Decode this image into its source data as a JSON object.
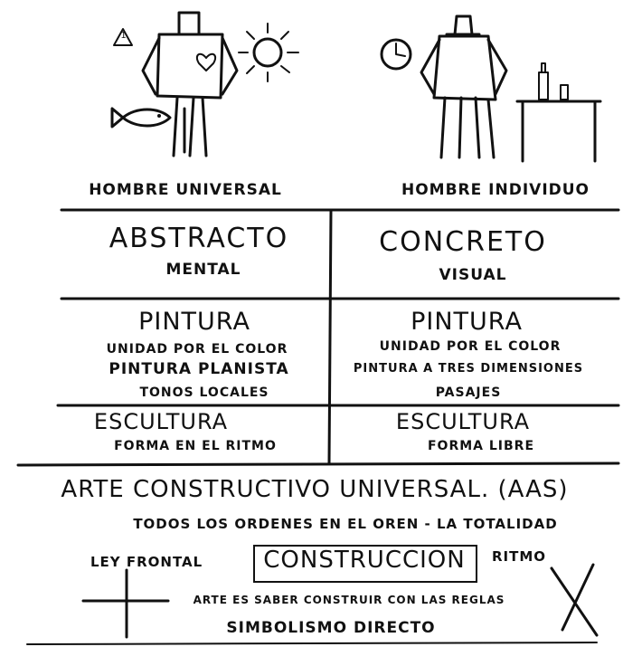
{
  "figures": {
    "left_caption": "HOMBRE UNIVERSAL",
    "left_small_label": "1",
    "right_caption": "HOMBRE INDIVIDUO"
  },
  "columns": {
    "left_title": "ABSTRACTO",
    "left_subtitle": "MENTAL",
    "right_title": "CONCRETO",
    "right_subtitle": "VISUAL"
  },
  "painting": {
    "left_title": "PINTURA",
    "left_line1": "UNIDAD POR EL COLOR",
    "left_line2": "PINTURA PLANISTA",
    "left_line3": "TONOS LOCALES",
    "right_title": "PINTURA",
    "right_line1": "UNIDAD POR EL COLOR",
    "right_line2": "PINTURA A TRES DIMENSIONES",
    "right_line3": "PASAJES"
  },
  "sculpture": {
    "left_title": "ESCULTURA",
    "left_line": "FORMA EN EL RITMO",
    "right_title": "ESCULTURA",
    "right_line": "FORMA LIBRE"
  },
  "footer": {
    "headline": "ARTE CONSTRUCTIVO UNIVERSAL. (AAS)",
    "line1": "TODOS LOS ORDENES   EN EL OREN - LA TOTALIDAD",
    "ley_frontal": "LEY FRONTAL",
    "construccion": "CONSTRUCCION",
    "ritmo": "RITMO",
    "rule": "ARTE ES SABER CONSTRUIR CON LAS REGLAS",
    "simbolismo": "SIMBOLISMO   DIRECTO"
  }
}
